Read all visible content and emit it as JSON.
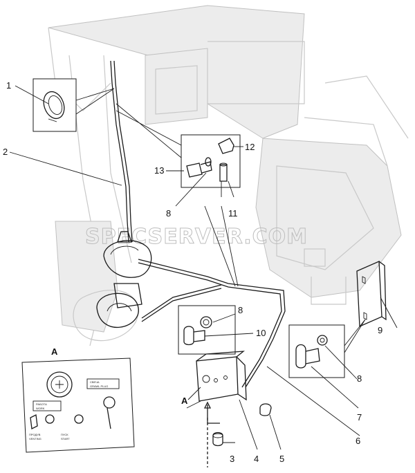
{
  "watermark": "SPECSERVER.COM",
  "callouts": {
    "c1": "1",
    "c2": "2",
    "c3": "3",
    "c4": "4",
    "c5": "5",
    "c6": "6",
    "c7": "7",
    "c8a": "8",
    "c8b": "8",
    "c8c": "8",
    "c9": "9",
    "c10": "10",
    "c11": "11",
    "c12": "12",
    "c13": "13",
    "cA_left": "A",
    "cA_detail": "A"
  },
  "detail_panel": {
    "label_top_ru": "СВЕЧА",
    "label_top_en": "GRAWL PLUG",
    "label_work_ru": "РАБОТА",
    "label_work_en": "WORK",
    "label_purge_ru": "ПРОДУВ",
    "label_purge_en": "VENTING",
    "label_start_ru": "ПУСК",
    "label_start_en": "START"
  }
}
